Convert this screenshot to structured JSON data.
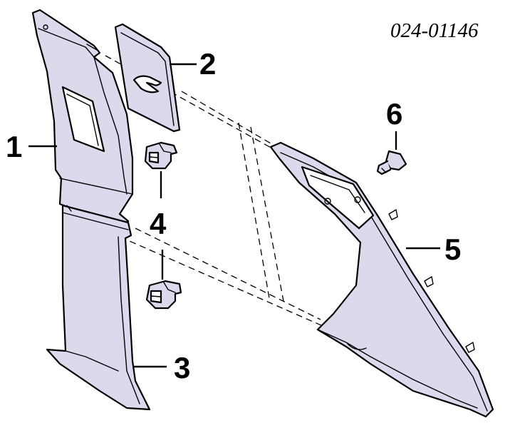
{
  "diagram": {
    "part_code": "024-01146",
    "fill_color": "#dcd9ec",
    "callouts": {
      "c1": "1",
      "c2": "2",
      "c3": "3",
      "c4": "4",
      "c5": "5",
      "c6": "6"
    }
  }
}
